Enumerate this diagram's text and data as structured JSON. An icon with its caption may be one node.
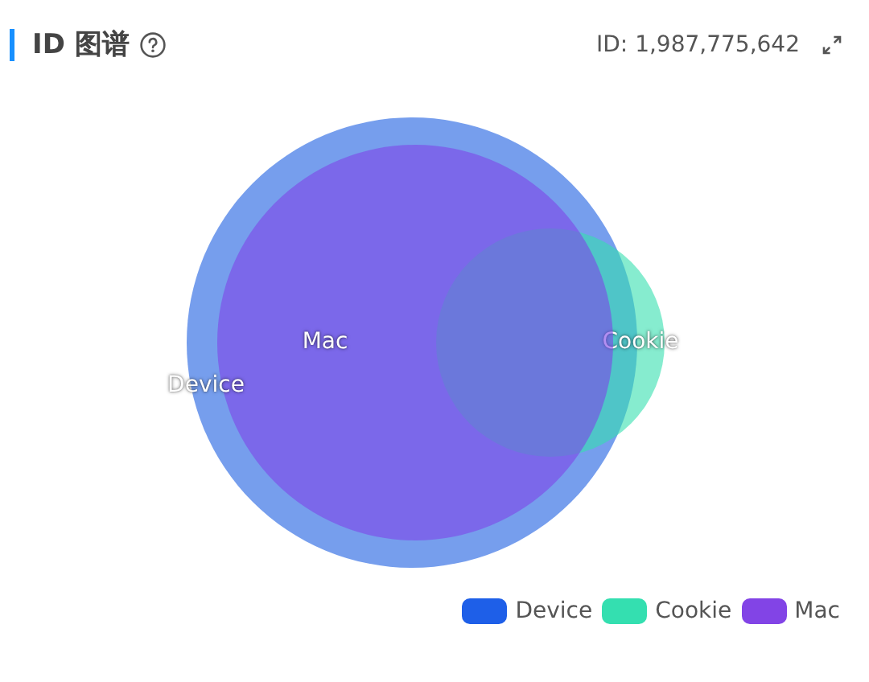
{
  "diagram": {
    "title": "ID 图谱",
    "nodes": [
      {
        "text": [
          "Device"
        ]
      },
      {
        "text": [
          "Mac"
        ],
        "in": 0
      },
      {
        "text": [
          "Cookie"
        ]
      }
    ],
    "labels": [
      "ID: 1,987,775,642"
    ],
    "legend": [
      {
        "text": "Device",
        "color": "#1e5fe8"
      },
      {
        "text": "Cookie",
        "color": "#34dfb0"
      },
      {
        "text": "Mac",
        "color": "#8244e6"
      }
    ]
  }
}
